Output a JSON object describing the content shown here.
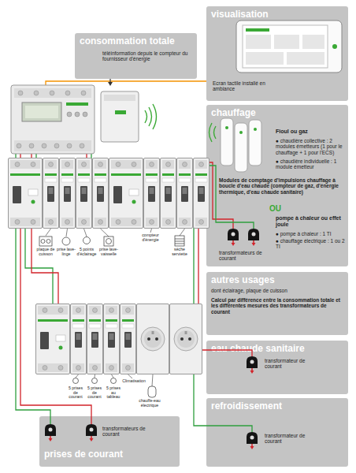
{
  "diagram": {
    "nodes": [
      {
        "text": [
          "visualisation",
          "Ecran tactile installé en ambiance"
        ]
      },
      {
        "text": [
          "consommation totale",
          "téléinformation depuis le compteur du fournisseur d'énergie"
        ]
      },
      {
        "text": [
          "chauffage",
          "Fioul ou gaz",
          "● chaudière collective : 2 modules émetteurs (1 pour le chauffage + 1 pour l'ECS)",
          "● chaudière individuelle : 1 module émetteur",
          "Modules de comptage d'impulsions chauffage à boucle d'eau chaude (compteur de gaz, d'énergie thermique, d'eau chaude sanitaire)",
          "OU",
          "pompe à chaleur ou effet joule",
          "● pompe à chaleur : 1 TI",
          "● chauffage électrique : 1 ou 2 TI",
          "transformateurs de courant"
        ]
      },
      {
        "text": [
          "autres usages",
          "dont éclairage, plaque de cuisson",
          "Calcul par différence entre la consommation totale et les différentes mesures des transformateurs de courant"
        ]
      },
      {
        "text": [
          "eau chaude sanitaire",
          "transformateur de courant"
        ]
      },
      {
        "text": [
          "refroidissement",
          "transformateur de courant"
        ]
      },
      {
        "text": [
          "prises de courant",
          "transformateurs de courant"
        ]
      }
    ],
    "labels": [
      "plaque de cuisson",
      "prise lave-linge",
      "5 points d'éclairage",
      "prise lave-vaisselle",
      "compteur d'énergie",
      "sèche serviette",
      "5 prises de courant",
      "5 prises de courant",
      "5 prises au tableau",
      "Climatisation",
      "chauffe-eau électrique"
    ]
  }
}
